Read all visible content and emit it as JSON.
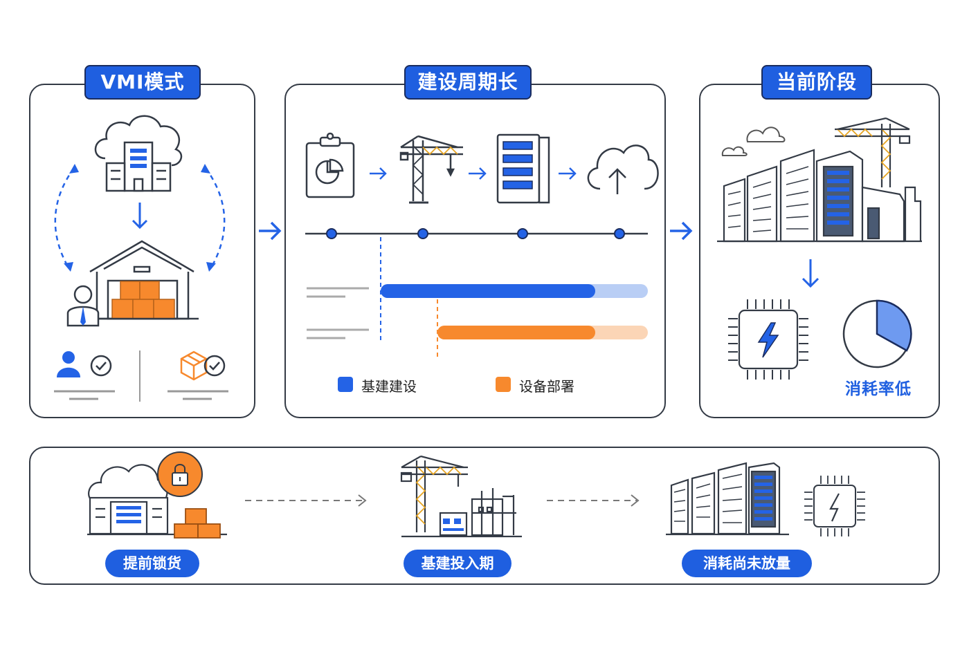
{
  "panels": {
    "vmi": {
      "title": "VMI模式"
    },
    "construction": {
      "title": "建设周期长",
      "legend": [
        {
          "label": "基建建设",
          "color": "#2463e6"
        },
        {
          "label": "设备部署",
          "color": "#f7892d"
        }
      ]
    },
    "current": {
      "title": "当前阶段",
      "low_rate_label": "消耗率低"
    }
  },
  "bottom_flow": {
    "steps": [
      {
        "label": "提前锁货"
      },
      {
        "label": "基建投入期"
      },
      {
        "label": "消耗尚未放量"
      }
    ]
  },
  "colors": {
    "accent_blue": "#1f5fe0",
    "accent_orange": "#f7892d",
    "outline": "#333a45"
  },
  "icons": [
    "cloud-building-icon",
    "warehouse-icon",
    "person-icon",
    "box-icon",
    "check-icon",
    "clipboard-chart-icon",
    "crane-icon",
    "server-rack-icon",
    "cloud-upload-icon",
    "datacenter-icon",
    "chip-icon",
    "pie-chart-icon",
    "lock-icon",
    "arrow-icon"
  ]
}
